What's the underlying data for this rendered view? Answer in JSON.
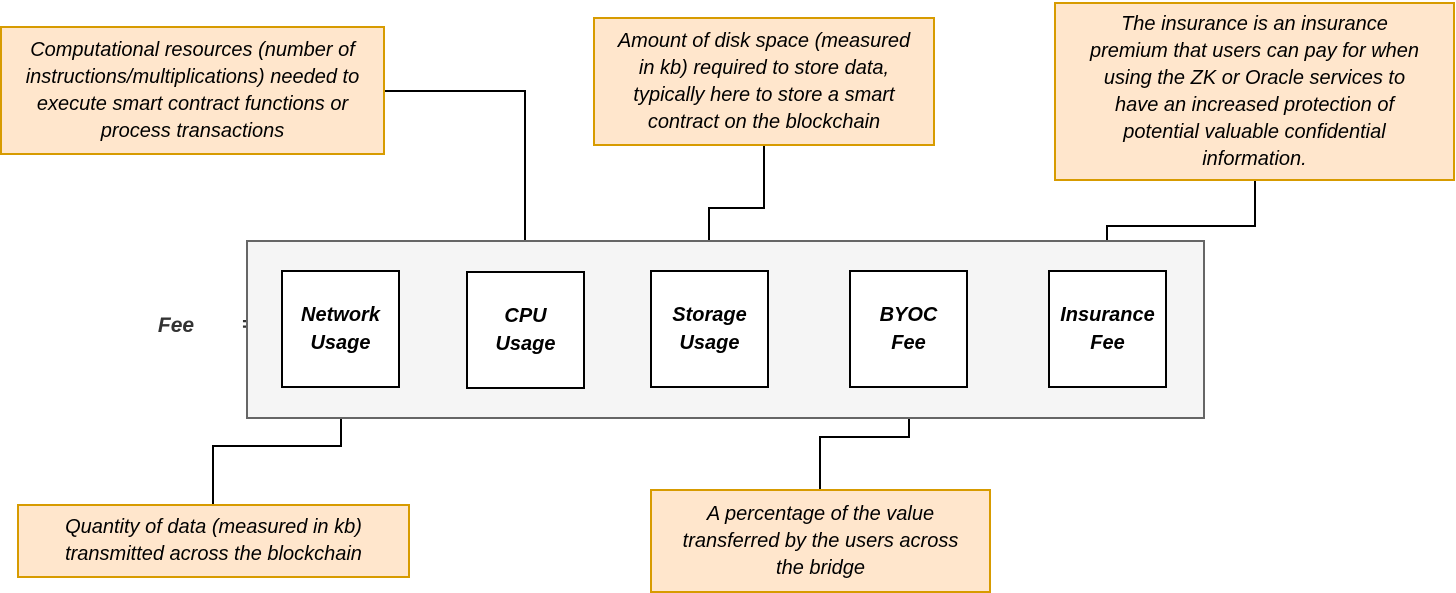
{
  "equation": {
    "fee_label": "Fee",
    "equals_sign": "="
  },
  "components": [
    {
      "id": "network-usage",
      "label": "Network\nUsage"
    },
    {
      "id": "cpu-usage",
      "label": "CPU\nUsage"
    },
    {
      "id": "storage-usage",
      "label": "Storage\nUsage"
    },
    {
      "id": "byoc-fee",
      "label": "BYOC\nFee"
    },
    {
      "id": "insurance-fee",
      "label": "Insurance\nFee"
    }
  ],
  "notes": {
    "cpu": "Computational resources (number of\ninstructions/multiplications) needed to\nexecute smart contract functions or\nprocess transactions",
    "storage": "Amount of disk space (measured\nin kb) required to store data,\ntypically here to store a smart\ncontract on the blockchain",
    "insurance": "The insurance is an insurance\npremium that users can pay for when\nusing the ZK or Oracle services to\nhave an increased protection of\npotential valuable confidential\ninformation.",
    "network": "Quantity of data (measured in kb)\ntransmitted across the blockchain",
    "byoc": "A percentage of the value\ntransferred by the users across\nthe bridge"
  },
  "colors": {
    "note_fill": "#ffe6cc",
    "note_border": "#d79b00",
    "container_fill": "#f5f5f5",
    "container_border": "#666666",
    "connector": "#000000"
  }
}
